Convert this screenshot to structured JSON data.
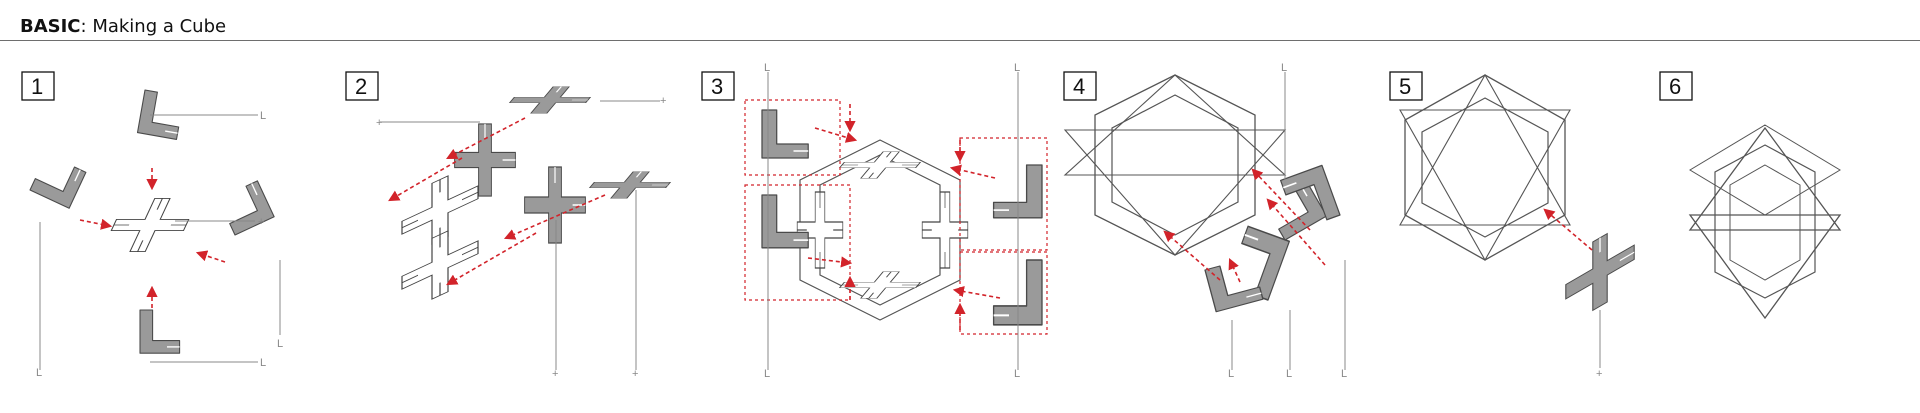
{
  "header": {
    "title_bold": "BASIC",
    "title_rest": ": Making a Cube"
  },
  "steps": [
    {
      "number": "1",
      "labels": [
        "L",
        "+",
        "L",
        "L",
        "L"
      ]
    },
    {
      "number": "2",
      "labels": [
        "+",
        "+",
        "+",
        "+"
      ]
    },
    {
      "number": "3",
      "labels": [
        "L",
        "L",
        "L",
        "L"
      ]
    },
    {
      "number": "4",
      "labels": [
        "L",
        "L",
        "L",
        "L"
      ]
    },
    {
      "number": "5",
      "labels": [
        "+"
      ]
    },
    {
      "number": "6",
      "labels": []
    }
  ],
  "colors": {
    "piece_fill": "#9a9a9a",
    "arrow": "#d2232a",
    "outline": "#555555"
  }
}
